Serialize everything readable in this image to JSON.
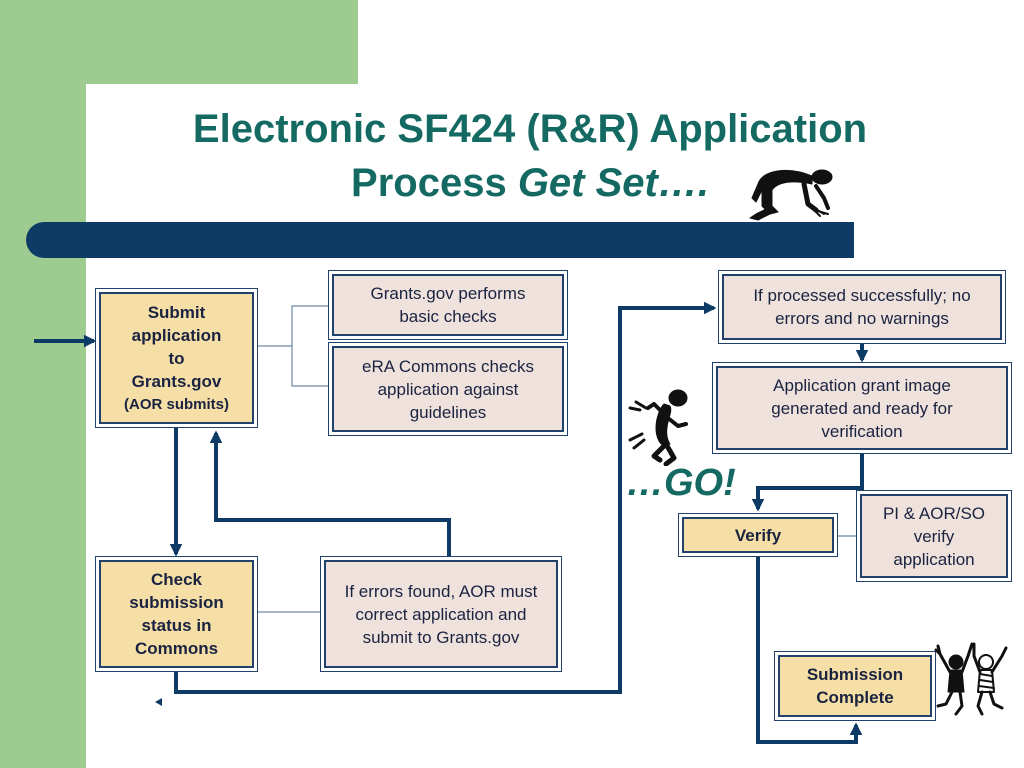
{
  "title": {
    "line1": "Electronic SF424 (R&R) Application",
    "line2_plain": "Process ",
    "line2_italic": "Get Set…."
  },
  "boxes": {
    "submit_line1": "Submit",
    "submit_line2": "application",
    "submit_line3": "to",
    "submit_line4": "Grants.gov",
    "submit_line5": "(AOR submits)",
    "grants_checks": "Grants.gov performs basic checks",
    "era_checks": "eRA Commons checks application against guidelines",
    "check_status": "Check submission status in Commons",
    "errors_found": "If errors found, AOR must correct application and submit to Grants.gov",
    "processed": "If processed successfully; no errors and no warnings",
    "grant_image": "Application grant image generated and ready for verification",
    "verify": "Verify",
    "pi_aor": "PI & AOR/SO verify application",
    "complete": "Submission Complete"
  },
  "go_text": "…GO!",
  "colors": {
    "green": "#9dcb90",
    "title_bar": "#0d3b66",
    "title_text": "#146a63",
    "box_gray": "#efe1dc",
    "box_yellow": "#f6dfa7",
    "arrow": "#0d3b66"
  },
  "icons": [
    "crouching-runner-icon",
    "running-figure-icon",
    "celebrating-figures-icon"
  ]
}
